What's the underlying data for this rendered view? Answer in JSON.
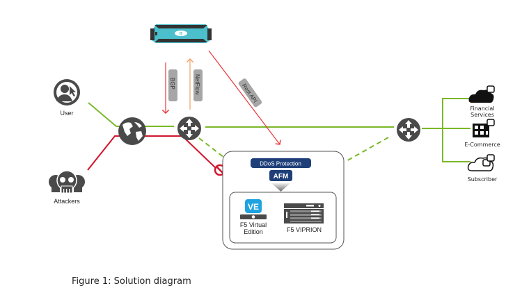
{
  "caption": "Figure 1: Solution diagram",
  "colors": {
    "clean_traffic": "#7ab828",
    "attack_traffic": "#d0142c",
    "api_line": "#e8353a",
    "netflow_arrow": "#f0a064",
    "icon_dark": "#4a4a4a",
    "server_teal": "#4bbfcc",
    "badge_navy": "#1e3f78",
    "label_pill": "#a6a6a6",
    "ve_blue": "#1fa3e0"
  },
  "nodes": {
    "user": {
      "label": "User",
      "icon": "user-cursor-icon"
    },
    "attackers": {
      "label": "Attackers",
      "icon": "skulls-icon"
    },
    "internet": {
      "icon": "globe-icon"
    },
    "edge_router": {
      "icon": "router-icon"
    },
    "core_router": {
      "icon": "router-icon"
    },
    "controller": {
      "icon": "f5-appliance-icon"
    },
    "block": {
      "icon": "block-icon"
    }
  },
  "links": {
    "bgp": "BGP",
    "netflow": "NetFlow",
    "rest_api": "Rest API"
  },
  "protection_box": {
    "badge": "DDoS Protection",
    "module": "AFM",
    "platforms": [
      {
        "name": "F5 Virtual Edition",
        "line1": "F5 Virtual",
        "line2": "Edition",
        "badge": "VE"
      },
      {
        "name": "F5 VIPRION",
        "line1": "F5 VIPRION"
      }
    ]
  },
  "destinations": [
    {
      "line1": "Financial",
      "line2": "Services",
      "icon": "cloud-icon"
    },
    {
      "line1": "E-Commerce",
      "line2": "",
      "icon": "building-grid-icon"
    },
    {
      "line1": "Subscriber",
      "line2": "",
      "icon": "cloud-outline-icon"
    }
  ]
}
